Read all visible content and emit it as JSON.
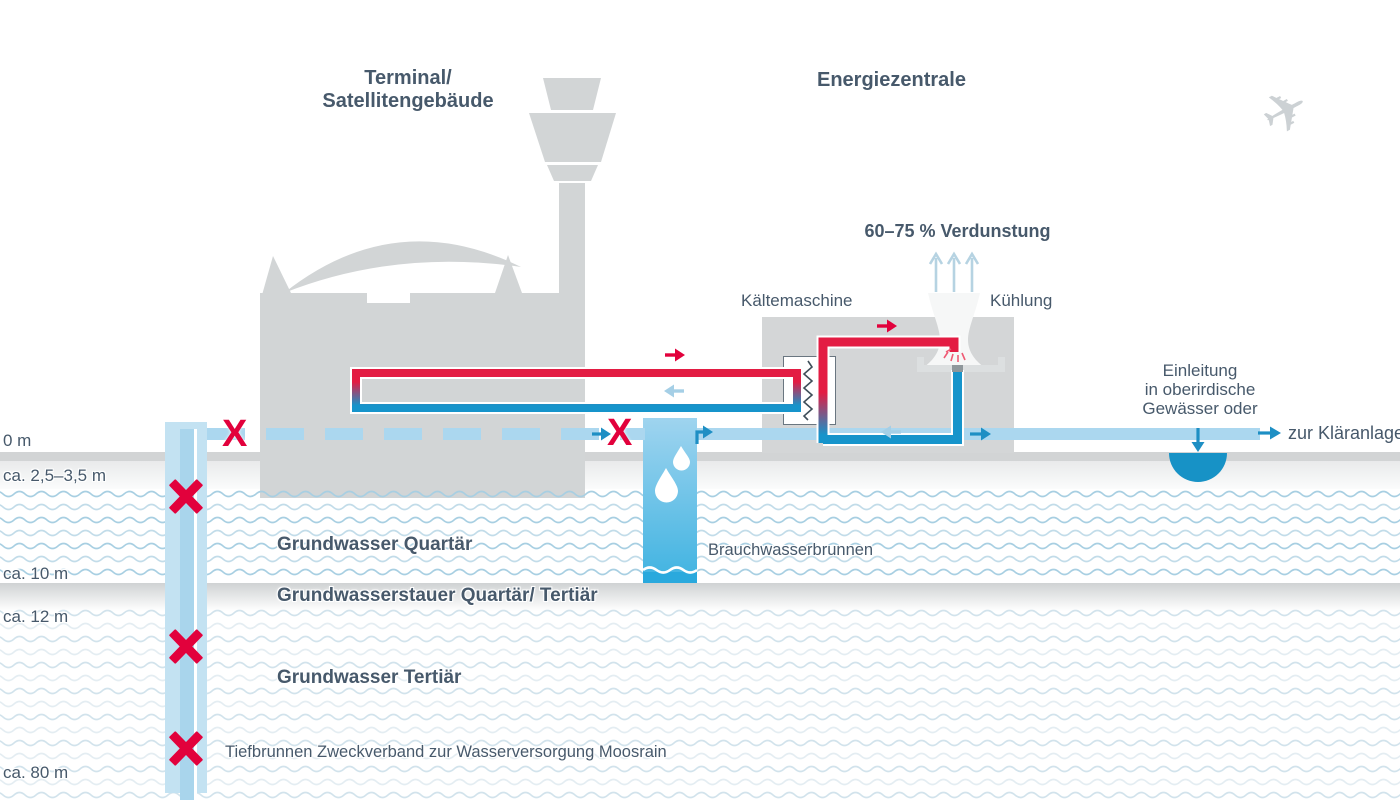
{
  "colors": {
    "text": "#47596b",
    "red": "#e2013c",
    "blue_dark": "#1694cb",
    "blue_arrow": "#1e8fc4",
    "blue_light": "#abd7ef",
    "gray_building": "#d2d5d6"
  },
  "titles": {
    "terminal_line1": "Terminal/",
    "terminal_line2": "Satellitengebäude",
    "energiezentrale": "Energiezentrale"
  },
  "energy_center": {
    "verdunstung": "60–75 % Verdunstung",
    "kaeltemaschine": "Kältemaschine",
    "kuehlung": "Kühlung"
  },
  "discharge": {
    "line1": "Einleitung",
    "line2": "in oberirdische",
    "line3": "Gewässer oder",
    "zur_klaeranlage": "zur Kläranlage"
  },
  "depths": {
    "d0": "0 m",
    "d25": "ca. 2,5–3,5 m",
    "d10": "ca. 10 m",
    "d12": "ca. 12 m",
    "d80": "ca. 80 m"
  },
  "layers": {
    "quartaer": "Grundwasser Quartär",
    "stauer": "Grundwasserstauer Quartär/ Tertiär",
    "tertiaer": "Grundwasser Tertiär"
  },
  "wells": {
    "brauchwasserbrunnen": "Brauchwasserbrunnen",
    "tiefbrunnen": "Tiefbrunnen Zweckverband zur Wasserversorgung Moosrain"
  }
}
